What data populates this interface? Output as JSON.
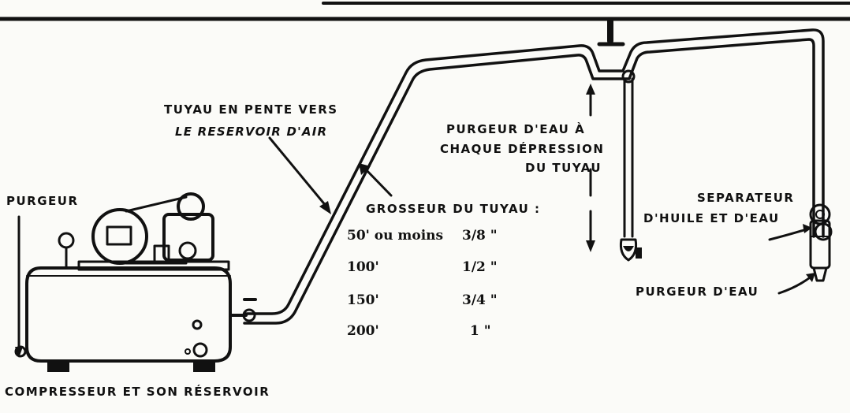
{
  "labels": {
    "slope_line1": "TUYAU EN PENTE VERS",
    "slope_line2": "LE RESERVOIR D'AIR",
    "drain_each_line1": "PURGEUR D'EAU À",
    "drain_each_line2": "CHAQUE DÉPRESSION",
    "drain_each_line3": "DU TUYAU",
    "separator_line1": "SEPARATEUR",
    "separator_line2": "D'HUILE ET D'EAU",
    "drain_water": "PURGEUR D'EAU",
    "drain_left": "PURGEUR",
    "compressor": "COMPRESSEUR ET SON RÉSERVOIR"
  },
  "pipe_size": {
    "title": "GROSSEUR DU TUYAU :",
    "rows": [
      {
        "length": "50' ou moins",
        "size": "3/8 \""
      },
      {
        "length": "100'",
        "size": "1/2 \""
      },
      {
        "length": "150'",
        "size": "3/4 \""
      },
      {
        "length": "200'",
        "size": "1 \""
      }
    ]
  }
}
